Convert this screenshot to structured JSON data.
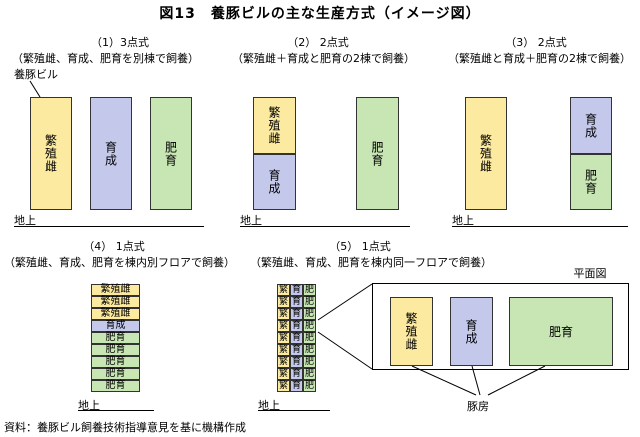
{
  "title": "図13　養豚ビルの主な生産方式（イメージ図）",
  "labels": {
    "building": "養豚ビル",
    "ground": "地上",
    "plan": "平面図",
    "pens": "豚房",
    "source": "資料：養豚ビル飼養技術指導意見を基に機構作成"
  },
  "panels": [
    {
      "caption": "（1）3点式",
      "desc": "（繁殖雌、育成、肥育を別棟で飼養）"
    },
    {
      "caption": "（2） 2点式",
      "desc": "（繁殖雌＋育成と肥育の2棟で飼養）"
    },
    {
      "caption": "（3） 2点式",
      "desc": "（繁殖雌と育成＋肥育の2棟で飼養）"
    },
    {
      "caption": "（4） 1点式",
      "desc": "（繁殖雌、育成、肥育を棟内別フロアで飼養）"
    },
    {
      "caption": "（5） 1点式",
      "desc": "（繁殖雌、育成、肥育を棟内同一フロアで飼養）"
    }
  ],
  "stages": {
    "breeding": "繁殖雌",
    "rearing": "育成",
    "fattening": "肥育"
  },
  "cells": [
    "繁",
    "育",
    "肥"
  ],
  "colors": {
    "breeding": "#fbeaa0",
    "rearing": "#c4c9ec",
    "fattening": "#c8e6b4"
  }
}
